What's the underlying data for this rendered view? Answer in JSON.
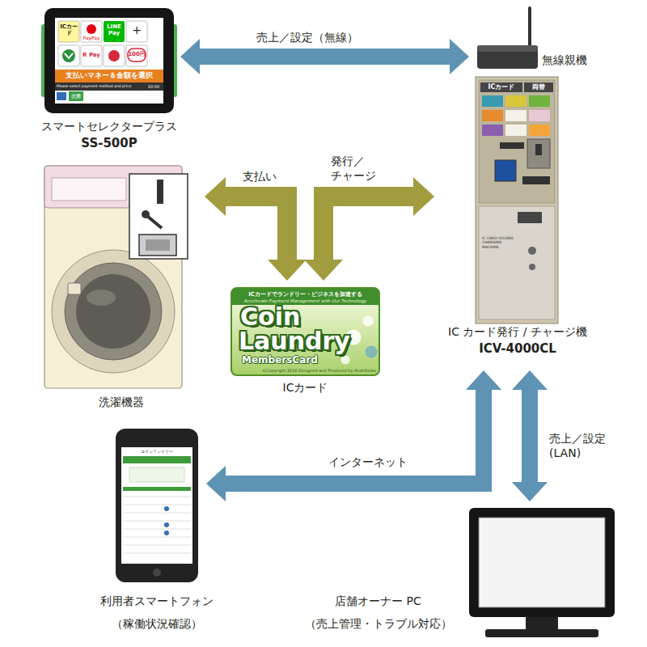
{
  "diagram": {
    "nodes": [
      {
        "text": [
          "スマートセレクタープラス",
          "SS-500P"
        ]
      },
      {
        "text": [
          "無線親機"
        ]
      },
      {
        "text": [
          "洗濯機器"
        ]
      },
      {
        "text": [
          "ICカードでランドリー・ビジネスを加速する",
          "Accelerate Payment Management with Our Technology",
          "Coin",
          "Laundry",
          "MembersCard",
          "©Copyright 2016 Designed and Produced by AsahiSeiko",
          "ICカード"
        ]
      },
      {
        "text": [
          "IC カード発行 / チャージ機",
          "ICV-4000CL"
        ]
      },
      {
        "text": [
          "利用者スマートフォン",
          "（稼働状況確認）"
        ]
      },
      {
        "text": [
          "店舗オーナー PC",
          "（売上管理・トラブル対応）"
        ]
      }
    ],
    "edges": [
      {
        "from": 0,
        "to": 1,
        "label": "売上／設定（無線）",
        "arrow": "both"
      },
      {
        "from": 2,
        "to": 3,
        "label": "支払い",
        "arrow": "both"
      },
      {
        "from": 3,
        "to": 4,
        "label": "発行／ チャージ",
        "arrow": "both"
      },
      {
        "from": 4,
        "to": 5,
        "label": "インターネット",
        "arrow": "both"
      },
      {
        "from": 4,
        "to": 6,
        "label": "売上／設定 (LAN)",
        "arrow": "both"
      }
    ],
    "labels": [
      "ICカード",
      "PayPay",
      "LINE Pay",
      "+",
      "R Pay",
      "100円",
      "支払いマネー＆金額を選択",
      "Please select payment method and price",
      "10:00",
      "抗菌",
      "ICカード",
      "両替",
      "IC CARD ISSUING CHARGING MACHINE",
      "コインランドリー"
    ]
  }
}
